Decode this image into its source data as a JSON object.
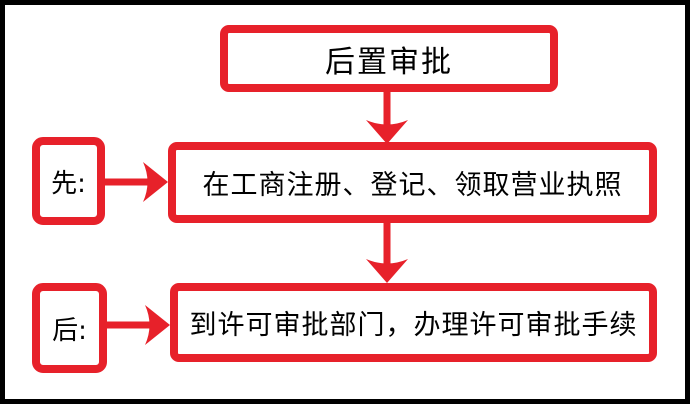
{
  "colors": {
    "accent_red": "#e7212a",
    "frame": "#000000",
    "background": "#ffffff",
    "text": "#000000"
  },
  "flowchart": {
    "title": "后置审批",
    "steps": [
      {
        "order_label": "先:",
        "text": "在工商注册、登记、领取营业执照"
      },
      {
        "order_label": "后:",
        "text": "到许可审批部门，办理许可审批手续"
      }
    ],
    "icons": {
      "flow_connector": "arrow-down-icon",
      "order_connector": "arrow-right-icon"
    }
  }
}
